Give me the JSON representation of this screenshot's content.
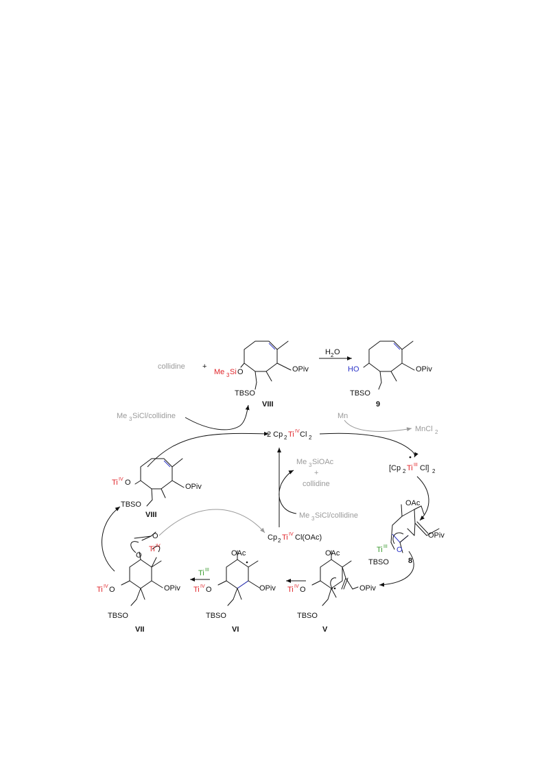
{
  "labels": {
    "top_collidine": "collidine",
    "top_plus": "+",
    "viii_top_me3si": "Me",
    "viii_top_me3si_sub": "3",
    "viii_top_me3si_tail": "Si",
    "viii_top_o": "O",
    "viii_top_opiv": "OPiv",
    "viii_top_tbso": "TBSO",
    "viii_top_id": "VIII",
    "h2o": "H",
    "h2o_sub": "2",
    "h2o_tail": "O",
    "p9_ho": "HO",
    "p9_opiv": "OPiv",
    "p9_tbso": "TBSO",
    "p9_id": "9",
    "me3sicl_collidine_top": "Me",
    "me3sicl_sub": "3",
    "me3sicl_tail": "SiCl/collidine",
    "cat_2": "2 Cp",
    "cat_sub2": "2",
    "cat_ti": "Ti",
    "cat_iv": "IV",
    "cat_cl": "Cl",
    "cat_sub2b": "2",
    "mn": "Mn",
    "mncl2": "MnCl",
    "mncl2_sub": "2",
    "ti3_dimer_open": "[Cp",
    "ti3_dimer_sub": "2",
    "ti3_dimer_ti": "Ti",
    "ti3_dimer_iii": "III",
    "ti3_dimer_cl": "Cl]",
    "ti3_dimer_sub2": "2",
    "me3sioac": "Me",
    "me3sioac_sub": "3",
    "me3sioac_tail": "SiOAc",
    "me3sioac_plus": "+",
    "me3sioac_collidine": "collidine",
    "mid_me3sicl": "Me",
    "mid_me3sicl_sub": "3",
    "mid_me3sicl_tail": "SiCl/collidine",
    "viii_left_ti": "Ti",
    "viii_left_iv": "IV",
    "viii_left_o": "O",
    "viii_left_opiv": "OPiv",
    "viii_left_tbso": "TBSO",
    "viii_left_id": "VIII",
    "cp2ti_oac": "Cp",
    "cp2ti_oac_sub": "2",
    "cp2ti_oac_ti": "Ti",
    "cp2ti_oac_iv": "IV",
    "cp2ti_oac_tail": "Cl(OAc)",
    "s8_oac": "OAc",
    "s8_opiv": "OPiv",
    "s8_ti": "Ti",
    "s8_iii": "III",
    "s8_o": "O",
    "s8_tbso": "TBSO",
    "s8_id": "8",
    "v_oac": "OAc",
    "v_ti": "Ti",
    "v_iv": "IV",
    "v_o": "O",
    "v_opiv": "OPiv",
    "v_tbso": "TBSO",
    "v_id": "V",
    "vi_oac": "OAc",
    "vi_ti": "Ti",
    "vi_iv": "IV",
    "vi_o": "O",
    "vi_opiv": "OPiv",
    "vi_tbso": "TBSO",
    "vi_id": "VI",
    "ti3_reagent": "Ti",
    "ti3_reagent_iii": "III",
    "vii_o_top": "O",
    "vii_o_mid": "O",
    "vii_ti_top": "Ti",
    "vii_ti_top_iv": "IV",
    "vii_ti_left": "Ti",
    "vii_ti_left_iv": "IV",
    "vii_o_left": "O",
    "vii_opiv": "OPiv",
    "vii_tbso": "TBSO",
    "vii_id": "VII"
  }
}
